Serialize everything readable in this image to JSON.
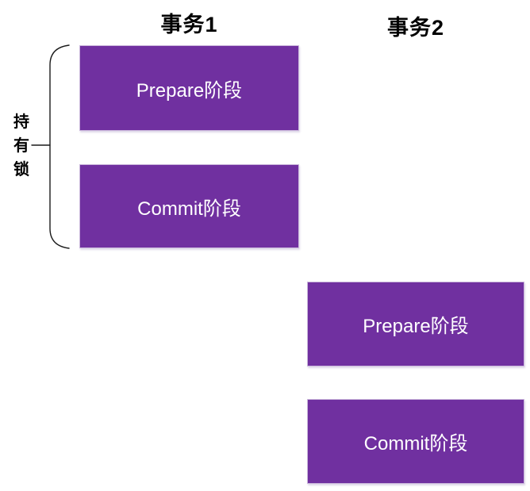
{
  "diagram": {
    "colors": {
      "box_fill": "#7030A0",
      "box_border": "#CBB8DC",
      "box_text": "#FFFFFF",
      "title_text": "#000000",
      "brace_line": "#1A1A1A",
      "background": "#FFFFFF"
    },
    "lock_label": "持有锁",
    "columns": [
      {
        "title": "事务1",
        "phases": [
          {
            "label": "Prepare阶段"
          },
          {
            "label": "Commit阶段"
          }
        ]
      },
      {
        "title": "事务2",
        "phases": [
          {
            "label": "Prepare阶段"
          },
          {
            "label": "Commit阶段"
          }
        ]
      }
    ]
  }
}
